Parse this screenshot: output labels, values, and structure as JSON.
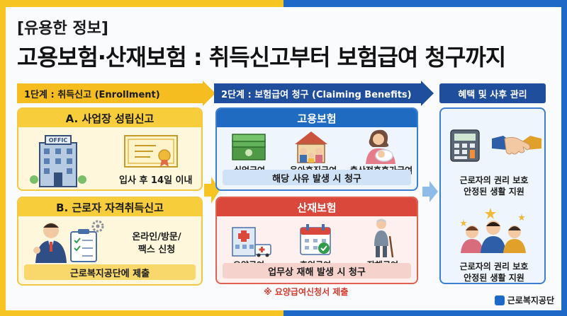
{
  "subtitle": "[유용한 정보]",
  "title": "고용보험·산재보험 : 취득신고부터 보험급여 청구까지",
  "steps": {
    "step1": "1단계 : 취득신고 (Enrollment)",
    "step2": "2단계 : 보험급여 청구 (Claiming Benefits)",
    "step3": "혜택 및 사후 관리"
  },
  "box_a": {
    "title": "A. 사업장 성립신고",
    "building_sign": "OFFIC",
    "deadline": "입사 후 14일 이내"
  },
  "box_b": {
    "title": "B. 근로자 자격취득신고",
    "method_line1": "온라인/방문/",
    "method_line2": "팩스 신청",
    "footer": "근로복지공단에 제출"
  },
  "employment": {
    "title": "고용보험",
    "items": [
      "실업급여",
      "육아휴직급여",
      "출산전후휴가급여"
    ],
    "footer": "해당 사유 발생 시 청구"
  },
  "industrial": {
    "title": "산재보험",
    "items": [
      "요양급여",
      "휴업급여",
      "장해급여"
    ],
    "footer": "업무상 재해 발생 시 청구",
    "note": "※ 요양급여신청서 제출"
  },
  "benefits": {
    "line1a": "근로자의 권리 보호",
    "line1b": "안정된 생활 지원",
    "line2a": "근로자의 권리 보호",
    "line2b": "안정된 생활 지원"
  },
  "logo": "근로복지공단",
  "colors": {
    "yellow": "#f6c423",
    "blue": "#1f4f9c",
    "red": "#d9483b"
  }
}
